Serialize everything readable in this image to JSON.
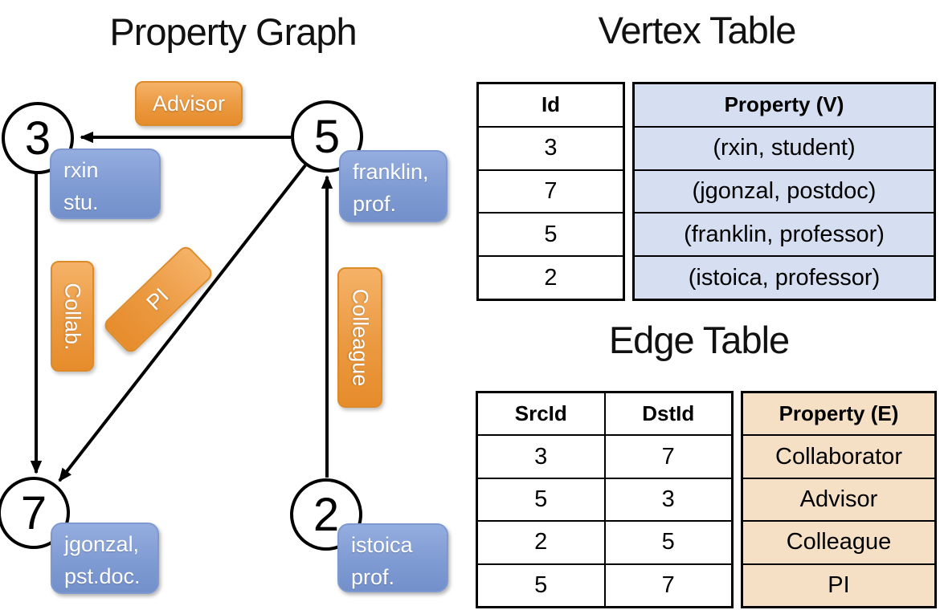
{
  "graph": {
    "title": "Property Graph",
    "nodes": [
      {
        "id": "3"
      },
      {
        "id": "5"
      },
      {
        "id": "7"
      },
      {
        "id": "2"
      }
    ],
    "vertex_boxes": [
      {
        "line1": "rxin",
        "line2": "stu."
      },
      {
        "line1": "franklin,",
        "line2": "prof."
      },
      {
        "line1": "jgonzal,",
        "line2": "pst.doc."
      },
      {
        "line1": "istoica",
        "line2": "prof."
      }
    ],
    "edge_labels": {
      "advisor": "Advisor",
      "collab": "Collab.",
      "pi": "PI",
      "colleague": "Colleague"
    }
  },
  "vertex_table": {
    "title": "Vertex Table",
    "columns": {
      "id": "Id",
      "property": "Property (V)"
    },
    "rows": [
      {
        "id": "3",
        "property": "(rxin, student)"
      },
      {
        "id": "7",
        "property": "(jgonzal, postdoc)"
      },
      {
        "id": "5",
        "property": "(franklin, professor)"
      },
      {
        "id": "2",
        "property": "(istoica, professor)"
      }
    ]
  },
  "edge_table": {
    "title": "Edge Table",
    "columns": {
      "src": "SrcId",
      "dst": "DstId",
      "property": "Property (E)"
    },
    "rows": [
      {
        "src": "3",
        "dst": "7",
        "property": "Collaborator"
      },
      {
        "src": "5",
        "dst": "3",
        "property": "Advisor"
      },
      {
        "src": "2",
        "dst": "5",
        "property": "Colleague"
      },
      {
        "src": "5",
        "dst": "7",
        "property": "PI"
      }
    ]
  },
  "colors": {
    "edge_label_orange": "#ea9538",
    "vertex_box_blue": "#7f9bd3",
    "vertex_table_fill": "#d6dff1",
    "edge_table_fill": "#f5dfc5",
    "line_black": "#000000"
  }
}
